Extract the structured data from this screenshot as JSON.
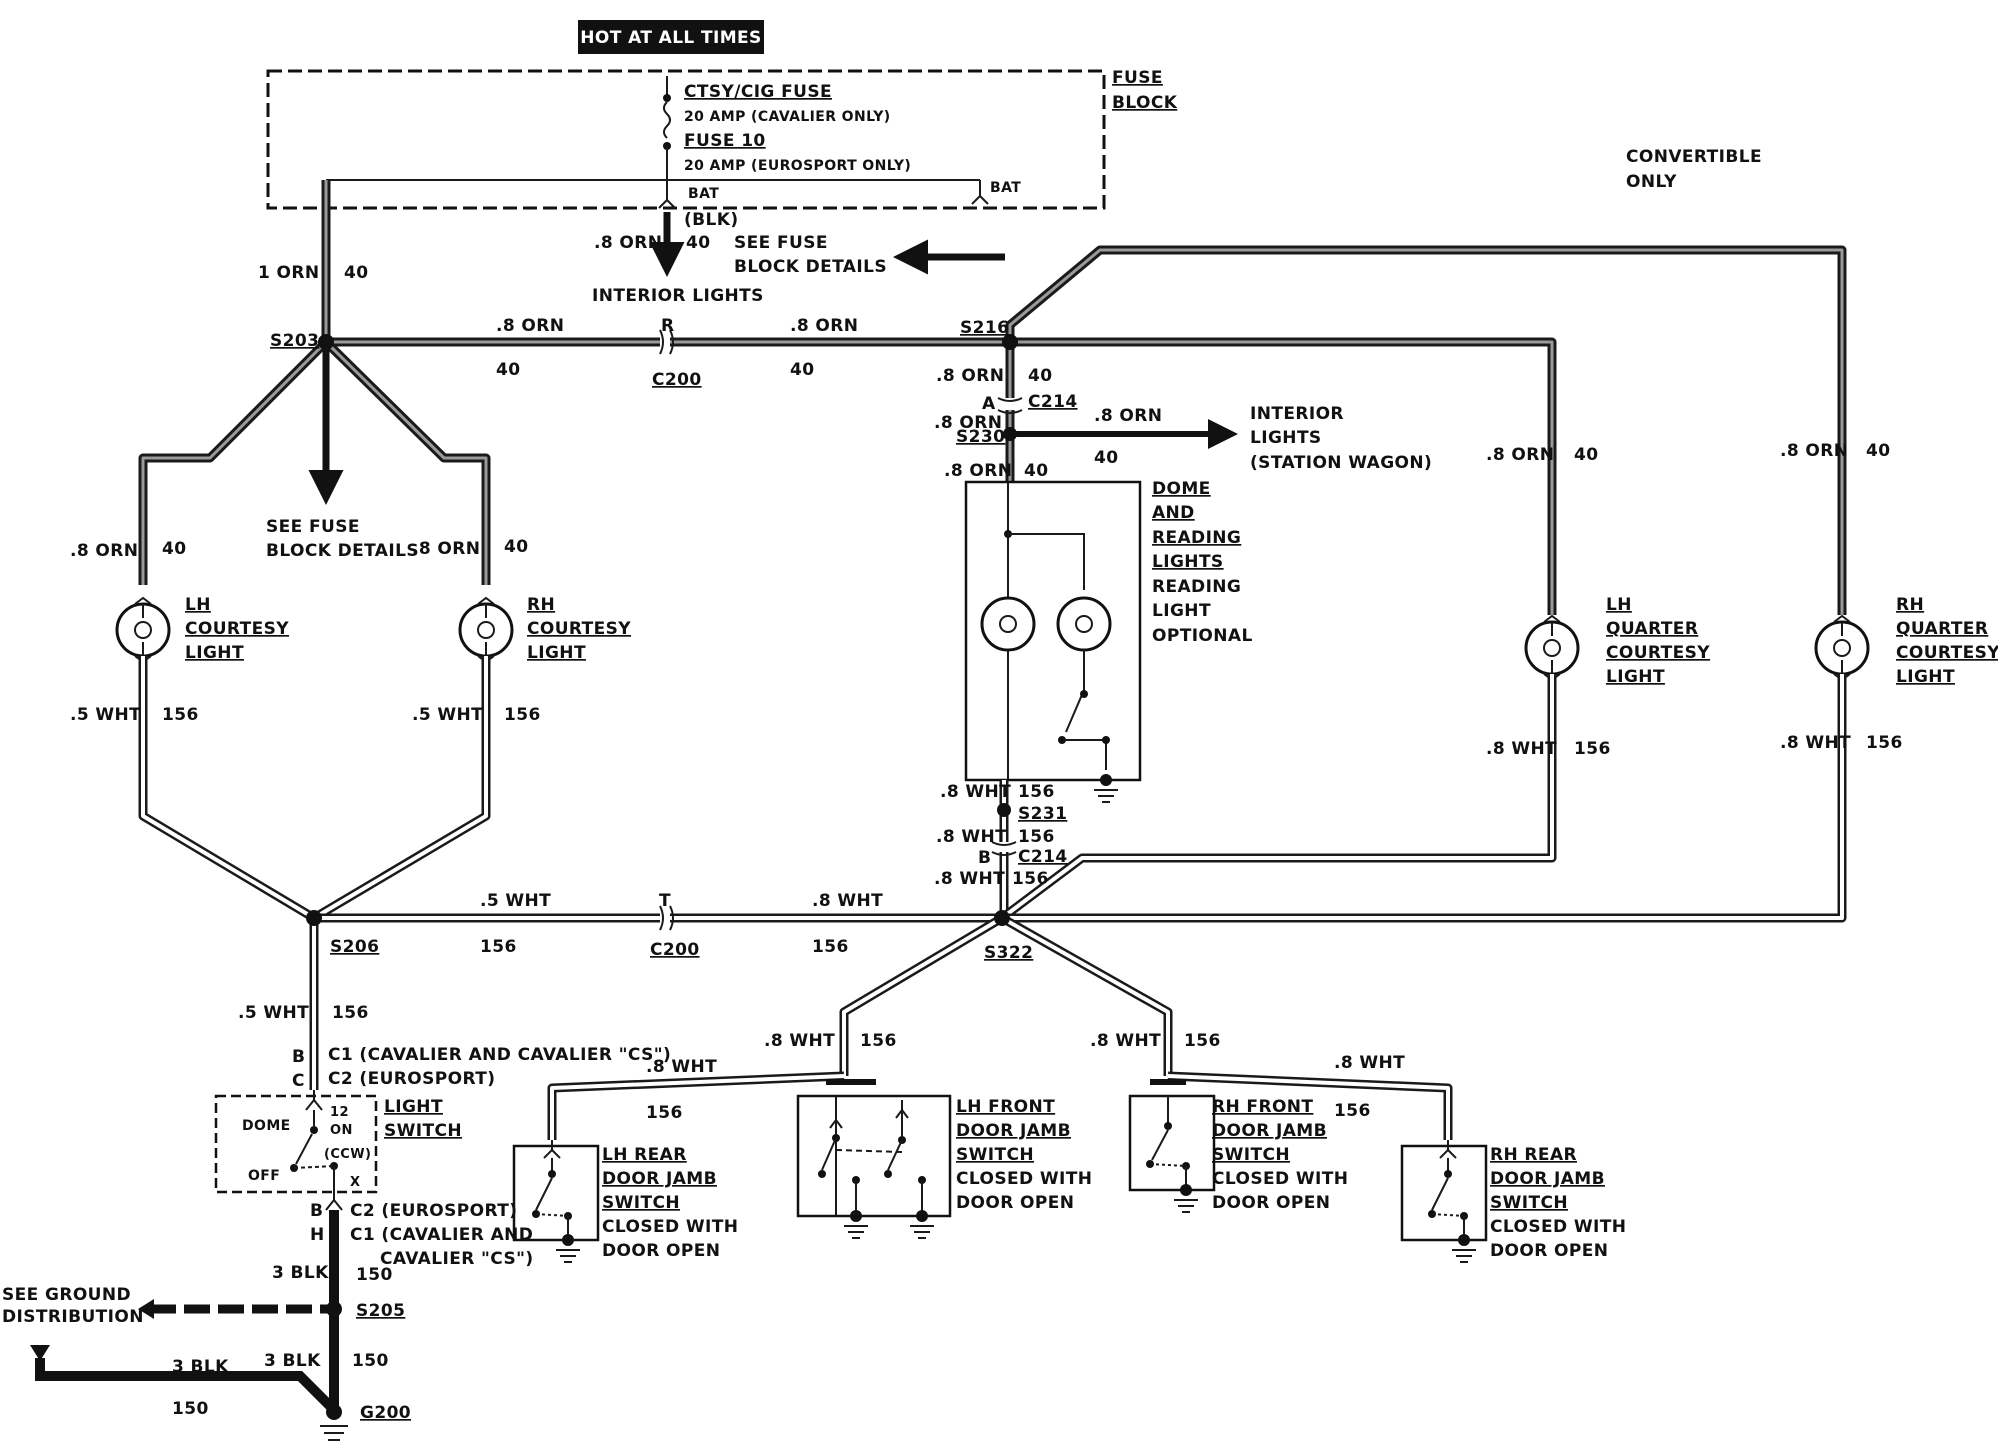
{
  "header": {
    "hot": "HOT AT ALL TIMES"
  },
  "fuse_block": {
    "title1": "FUSE",
    "title2": "BLOCK",
    "fuse1": "CTSY/CIG FUSE",
    "fuse1_rating": "20 AMP (CAVALIER ONLY)",
    "fuse2": "FUSE 10",
    "fuse2_rating": "20 AMP (EUROSPORT ONLY)",
    "bat1": "BAT",
    "bat2": "BAT"
  },
  "convertible": {
    "l1": "CONVERTIBLE",
    "l2": "ONLY"
  },
  "wires": {
    "blk_paren": "(BLK)",
    "orn08": ".8 ORN",
    "orn1": "1 ORN",
    "w40": "40",
    "wht05": ".5 WHT",
    "wht08": ".8 WHT",
    "w156": "156",
    "blk3": "3 BLK",
    "w150": "150"
  },
  "refs": {
    "see_fuse_1": "SEE FUSE",
    "see_fuse_2": "BLOCK DETAILS",
    "interior_lights": "INTERIOR LIGHTS",
    "interior_sw_1": "INTERIOR",
    "interior_sw_2": "LIGHTS",
    "interior_sw_3": "(STATION WAGON)",
    "see_ground_1": "SEE GROUND",
    "see_ground_2": "DISTRIBUTION"
  },
  "splices": {
    "s203": "S203",
    "s216": "S216",
    "s230": "S230",
    "s231": "S231",
    "s206": "S206",
    "s322": "S322",
    "s205": "S205",
    "g200": "G200"
  },
  "connectors": {
    "c200": "C200",
    "c214": "C214",
    "pin_r": "R",
    "pin_t": "T",
    "pin_a": "A",
    "pin_b": "B",
    "pin_c": "C",
    "pin_h": "H",
    "c1_cav": "C1 (CAVALIER AND CAVALIER \"CS\")",
    "c2_euro": "C2 (EUROSPORT)",
    "c1_cav_a": "C1 (CAVALIER AND",
    "c1_cav_b": "CAVALIER \"CS\")"
  },
  "components": {
    "lh_courtesy": [
      "LH",
      "COURTESY",
      "LIGHT"
    ],
    "rh_courtesy": [
      "RH",
      "COURTESY",
      "LIGHT"
    ],
    "dome": [
      "DOME",
      "AND",
      "READING",
      "LIGHTS",
      "READING",
      "LIGHT",
      "OPTIONAL"
    ],
    "lh_quarter": [
      "LH",
      "QUARTER",
      "COURTESY",
      "LIGHT"
    ],
    "rh_quarter": [
      "RH",
      "QUARTER",
      "COURTESY",
      "LIGHT"
    ],
    "light_switch": [
      "LIGHT",
      "SWITCH"
    ],
    "ls_dome": "DOME",
    "ls_off": "OFF",
    "ls_12": "12",
    "ls_on": "ON",
    "ls_ccw": "(CCW)",
    "ls_x": "X",
    "lh_rear": [
      "LH REAR",
      "DOOR JAMB",
      "SWITCH",
      "CLOSED WITH",
      "DOOR OPEN"
    ],
    "lh_front": [
      "LH FRONT",
      "DOOR JAMB",
      "SWITCH",
      "CLOSED WITH",
      "DOOR OPEN"
    ],
    "rh_front": [
      "RH FRONT",
      "DOOR JAMB",
      "SWITCH",
      "CLOSED WITH",
      "DOOR OPEN"
    ],
    "rh_rear": [
      "RH REAR",
      "DOOR JAMB",
      "SWITCH",
      "CLOSED WITH",
      "DOOR OPEN"
    ]
  }
}
